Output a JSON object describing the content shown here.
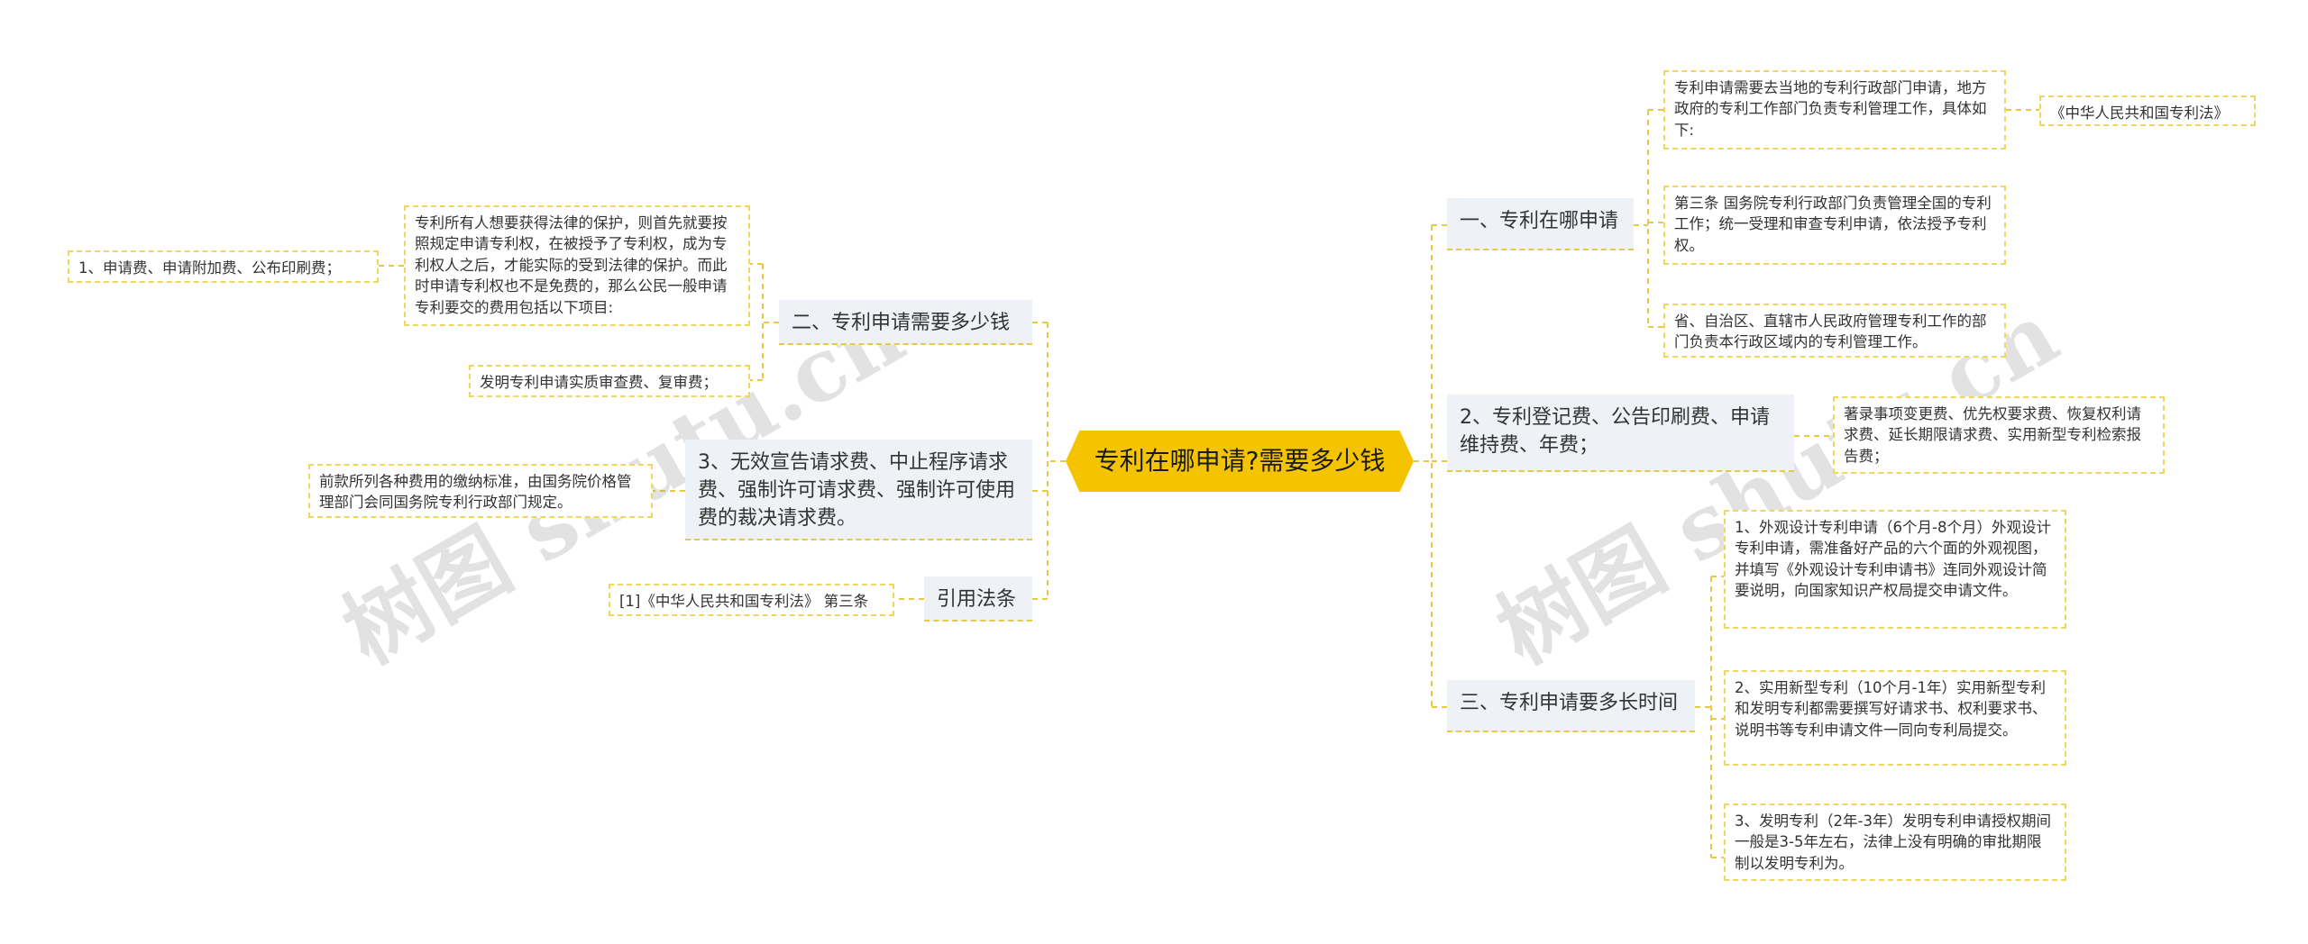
{
  "center": "专利在哪申请?需要多少钱",
  "watermark": "树图 shutu.cn",
  "right": {
    "b1": {
      "label": "一、专利在哪申请",
      "leaves": [
        "专利申请需要去当地的专利行政部门申请，地方政府的专利工作部门负责专利管理工作，具体如下:",
        "第三条 国务院专利行政部门负责管理全国的专利工作；统一受理和审查专利申请，依法授予专利权。",
        "省、自治区、直辖市人民政府管理专利工作的部门负责本行政区域内的专利管理工作。"
      ],
      "sub": "《中华人民共和国专利法》"
    },
    "b2": {
      "label": "2、专利登记费、公告印刷费、申请维持费、年费；",
      "leaf": "著录事项变更费、优先权要求费、恢复权利请求费、延长期限请求费、实用新型专利检索报告费；"
    },
    "b3": {
      "label": "三、专利申请要多长时间",
      "leaves": [
        "1、外观设计专利申请（6个月-8个月）外观设计专利申请，需准备好产品的六个面的外观视图，并填写《外观设计专利申请书》连同外观设计简要说明，向国家知识产权局提交申请文件。",
        "2、实用新型专利（10个月-1年）实用新型专利和发明专利都需要撰写好请求书、权利要求书、说明书等专利申请文件一同向专利局提交。",
        "3、发明专利（2年-3年）发明专利申请授权期间一般是3-5年左右，法律上没有明确的审批期限制以发明专利为。"
      ]
    }
  },
  "left": {
    "b1": {
      "label": "二、专利申请需要多少钱",
      "leaves": [
        "专利所有人想要获得法律的保护，则首先就要按照规定申请专利权，在被授予了专利权，成为专利权人之后，才能实际的受到法律的保护。而此时申请专利权也不是免费的，那么公民一般申请专利要交的费用包括以下项目:",
        "发明专利申请实质审查费、复审费；"
      ],
      "sub": "1、申请费、申请附加费、公布印刷费；"
    },
    "b2": {
      "label": "3、无效宣告请求费、中止程序请求费、强制许可请求费、强制许可使用费的裁决请求费。",
      "leaf": "前款所列各种费用的缴纳标准，由国务院价格管理部门会同国务院专利行政部门规定。"
    },
    "b3": {
      "label": "引用法条",
      "leaf": "[1]《中华人民共和国专利法》 第三条"
    }
  }
}
